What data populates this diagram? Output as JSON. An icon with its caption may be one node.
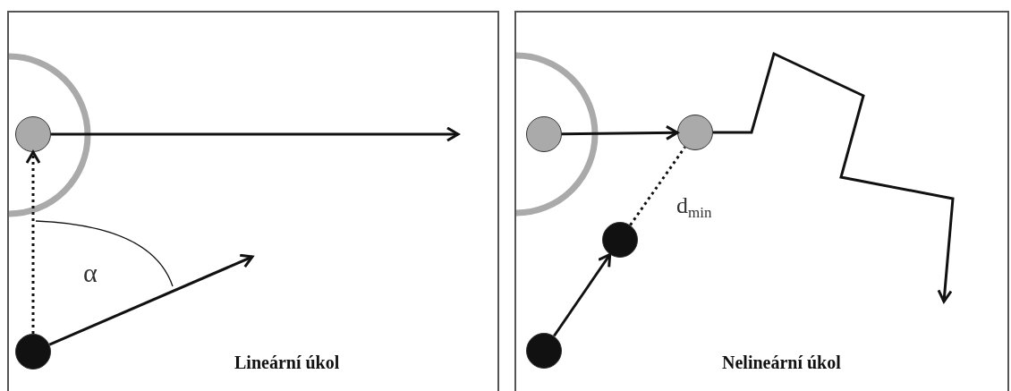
{
  "diagram": {
    "nodes": [
      {
        "text": [
          "Lineární úkol"
        ]
      },
      {
        "text": [],
        "shape": "circle",
        "in": 0
      },
      {
        "text": [],
        "shape": "circle",
        "in": 0
      },
      {
        "text": [
          "Nelineární úkol"
        ]
      },
      {
        "text": [],
        "shape": "circle",
        "in": 3
      },
      {
        "text": [],
        "shape": "circle",
        "in": 3
      },
      {
        "text": [],
        "shape": "circle",
        "in": 3
      },
      {
        "text": [],
        "shape": "circle",
        "in": 3
      }
    ],
    "edges": [
      {
        "from": 1,
        "to": null,
        "arrow": "to"
      },
      {
        "from": 2,
        "to": 1,
        "arrow": "to",
        "style": "dashed"
      },
      {
        "from": 2,
        "to": null,
        "arrow": "to"
      },
      {
        "from": 4,
        "to": 5,
        "arrow": "to"
      },
      {
        "from": 7,
        "to": 5,
        "arrow": "none",
        "style": "dashed",
        "label": "d$_{min}$"
      },
      {
        "from": 6,
        "to": 7,
        "arrow": "to"
      },
      {
        "from": 5,
        "to": null,
        "arrow": "to"
      }
    ],
    "labels": [
      "α"
    ]
  }
}
